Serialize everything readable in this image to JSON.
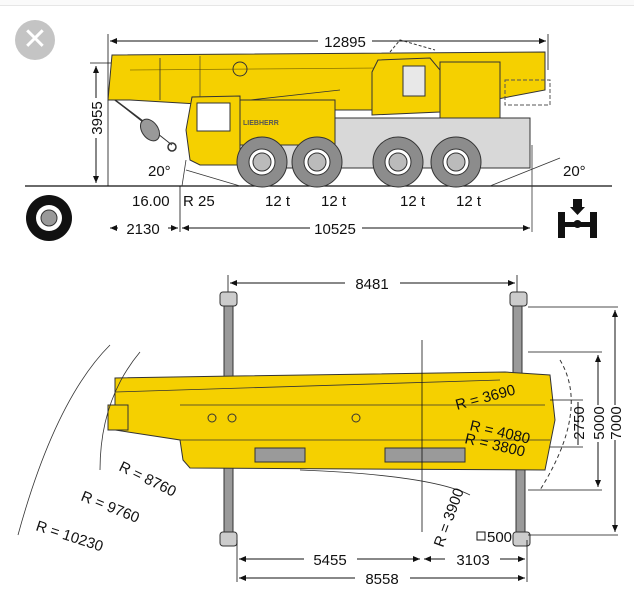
{
  "ui": {
    "close_icon": "close-icon",
    "close_glyph": "✕"
  },
  "side_view": {
    "overall_length": "12895",
    "height": "3955",
    "front_overhang": "2130",
    "wheelbase_rear": "10525",
    "approach_angle": "20°",
    "departure_angle": "20°",
    "tire_size": "16.00",
    "tire_rim": "R 25",
    "axle_loads": [
      "12 t",
      "12 t",
      "12 t",
      "12 t"
    ],
    "brand": "LIEBHERR",
    "icons": [
      "tire-icon",
      "axle-load-icon"
    ]
  },
  "top_view": {
    "outrigger_span_length": "8481",
    "outrigger_width_full": "7000",
    "outrigger_width_mid": "5000",
    "vehicle_width": "2750",
    "front_to_center": "5455",
    "center_to_rear": "3103",
    "outrigger_length_total": "8558",
    "pad_size": "500",
    "radii": [
      "R = 8760",
      "R = 9760",
      "R = 10230",
      "R = 3690",
      "R = 4080",
      "R = 3800",
      "R = 3900"
    ]
  },
  "colors": {
    "crane_yellow": "#f5d000",
    "outline": "#222222",
    "steel_gray": "#9a9a9a",
    "wheel_gray": "#8c8c8c"
  }
}
